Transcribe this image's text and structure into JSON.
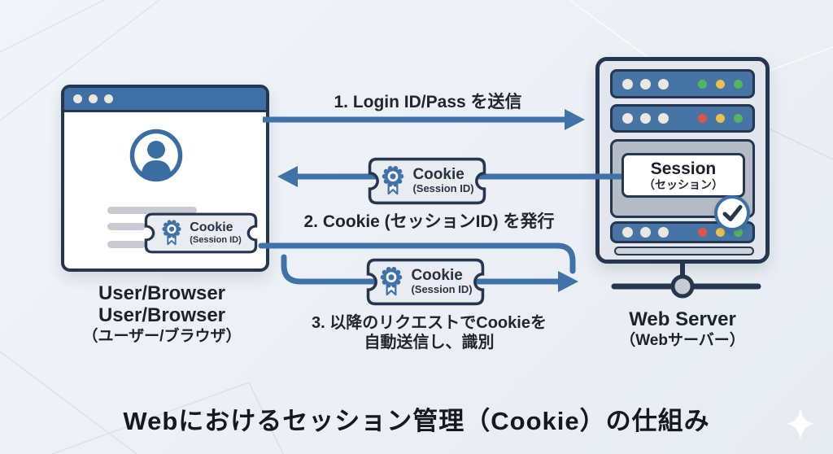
{
  "title": "Webにおけるセッション管理（Cookie）の仕組み",
  "browser": {
    "label_line1": "User/Browser",
    "label_line2": "User/Browser",
    "label_line3": "（ユーザー/ブラウザ）"
  },
  "server": {
    "label_line1": "Web Server",
    "label_line2": "（Webサーバー）",
    "session_title": "Session",
    "session_subtitle": "（セッション）"
  },
  "cookie_ticket": {
    "title": "Cookie",
    "subtitle": "(Session ID)"
  },
  "steps": {
    "step1": "1. Login ID/Pass を送信",
    "step2": "2. Cookie (セッションID) を発行",
    "step3_line1": "3. 以降のリクエストでCookieを",
    "step3_line2": "自動送信し、識別"
  },
  "icons": {
    "browser_titlebar_dots": "window-dots-icon",
    "avatar": "user-avatar-icon",
    "ticket_badge": "award-ribbon-icon",
    "server_leds": "status-led-icons",
    "check": "check-badge-icon",
    "network": "network-node-icon",
    "sparkle": "sparkle-icon"
  },
  "colors": {
    "accent_blue": "#3f72a8",
    "navy_border": "#263650",
    "server_gray": "#e3e7ed",
    "status_green": "#53b65c",
    "status_yellow": "#ecbf4e",
    "status_red": "#e05348",
    "background": "#edf0f5"
  }
}
